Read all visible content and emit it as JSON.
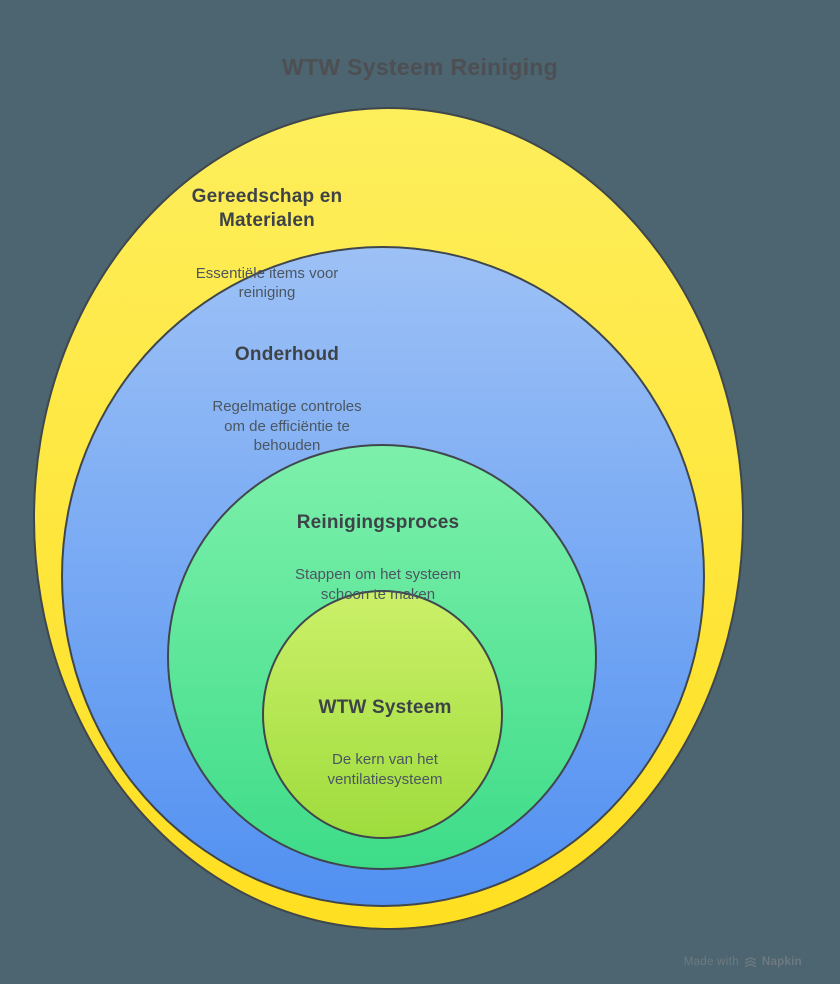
{
  "title": "WTW Systeem Reiniging",
  "rings": [
    {
      "name": "gereedschap-en-materialen",
      "heading": "Gereedschap en\nMaterialen",
      "description": "Essentiële items voor\nreiniging",
      "fill_top": "#fdee5c",
      "fill_bottom": "#ffdf20"
    },
    {
      "name": "onderhoud",
      "heading": "Onderhoud",
      "description": "Regelmatige controles\nom de efficiëntie te\nbehouden",
      "fill_top": "#9dc1f6",
      "fill_bottom": "#5190f1"
    },
    {
      "name": "reinigingsproces",
      "heading": "Reinigingsproces",
      "description": "Stappen om het systeem\nschoon te maken",
      "fill_top": "#7df0ab",
      "fill_bottom": "#3edc89"
    },
    {
      "name": "wtw-systeem",
      "heading": "WTW Systeem",
      "description": "De kern van het\nventilatiesysteem",
      "fill_top": "#ccf069",
      "fill_bottom": "#9edc3d"
    }
  ],
  "colors": {
    "background": "#4c6570",
    "ellipse_border": "#40474c",
    "title": "#4d4f52",
    "heading": "#3d4347",
    "body": "#4b5660",
    "watermark": "#6e7a80"
  },
  "watermark": {
    "prefix": "Made with",
    "brand": "Napkin"
  }
}
